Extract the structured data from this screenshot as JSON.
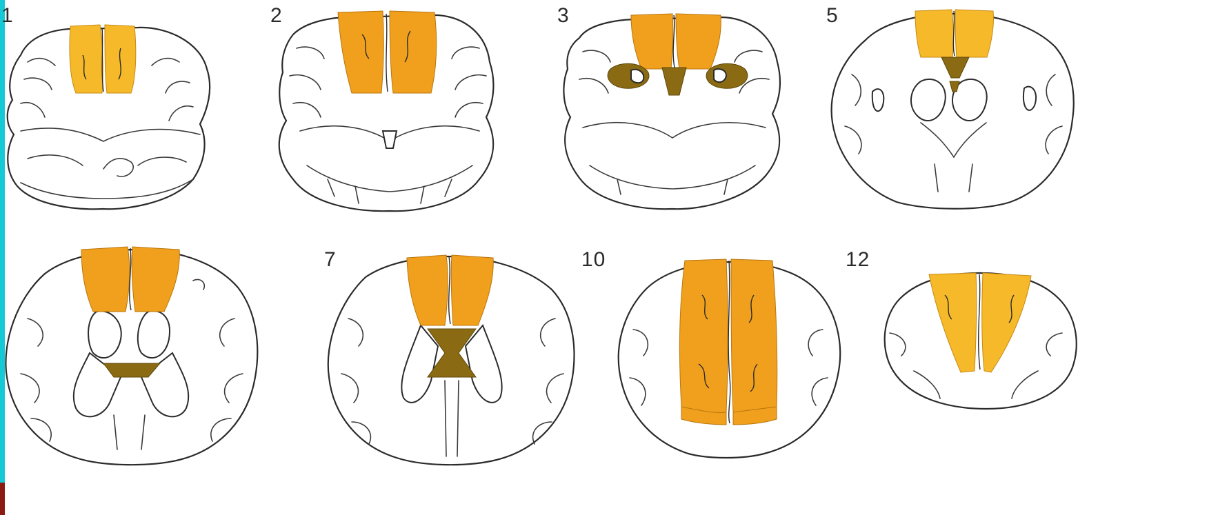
{
  "figure": {
    "panels": [
      {
        "label": "1"
      },
      {
        "label": "2"
      },
      {
        "label": "3"
      },
      {
        "label": "5"
      },
      {
        "label": ""
      },
      {
        "label": "7"
      },
      {
        "label": "10"
      },
      {
        "label": "12"
      }
    ],
    "colors": {
      "lesion": "#f0a01c",
      "lesion_deep": "#8a6a12",
      "outline": "#2b2b2b",
      "edge_bar": "#16c9d6"
    }
  }
}
